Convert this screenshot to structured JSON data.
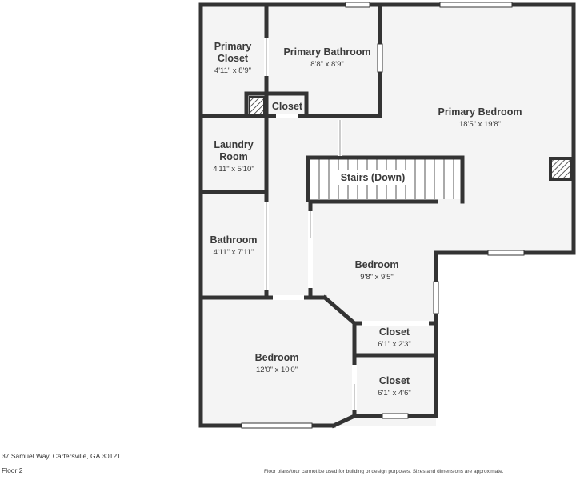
{
  "plan": {
    "rooms": [
      {
        "id": "primary-closet",
        "name_lines": [
          "Primary",
          "Closet"
        ],
        "dims": "4'11\" x 8'9\""
      },
      {
        "id": "primary-bathroom",
        "name_lines": [
          "Primary Bathroom"
        ],
        "dims": "8'8\" x 8'9\""
      },
      {
        "id": "closet-small",
        "name_lines": [
          "Closet"
        ],
        "dims": ""
      },
      {
        "id": "primary-bedroom",
        "name_lines": [
          "Primary Bedroom"
        ],
        "dims": "18'5\" x 19'8\""
      },
      {
        "id": "laundry-room",
        "name_lines": [
          "Laundry",
          "Room"
        ],
        "dims": "4'11\" x 5'10\""
      },
      {
        "id": "stairs",
        "name_lines": [
          "Stairs (Down)"
        ],
        "dims": ""
      },
      {
        "id": "bathroom",
        "name_lines": [
          "Bathroom"
        ],
        "dims": "4'11\" x 7'11\""
      },
      {
        "id": "bedroom-mid",
        "name_lines": [
          "Bedroom"
        ],
        "dims": "9'8\" x 9'5\""
      },
      {
        "id": "closet-a",
        "name_lines": [
          "Closet"
        ],
        "dims": "6'1\" x 2'3\""
      },
      {
        "id": "bedroom-large",
        "name_lines": [
          "Bedroom"
        ],
        "dims": "12'0\" x 10'0\""
      },
      {
        "id": "closet-b",
        "name_lines": [
          "Closet"
        ],
        "dims": "6'1\" x 4'6\""
      }
    ]
  },
  "footer": {
    "address": "37 Samuel Way, Cartersville, GA 30121",
    "floor": "Floor 2",
    "disclaimer": "Floor plans/tour cannot be used for building or design purposes. Sizes and dimensions are approximate."
  }
}
